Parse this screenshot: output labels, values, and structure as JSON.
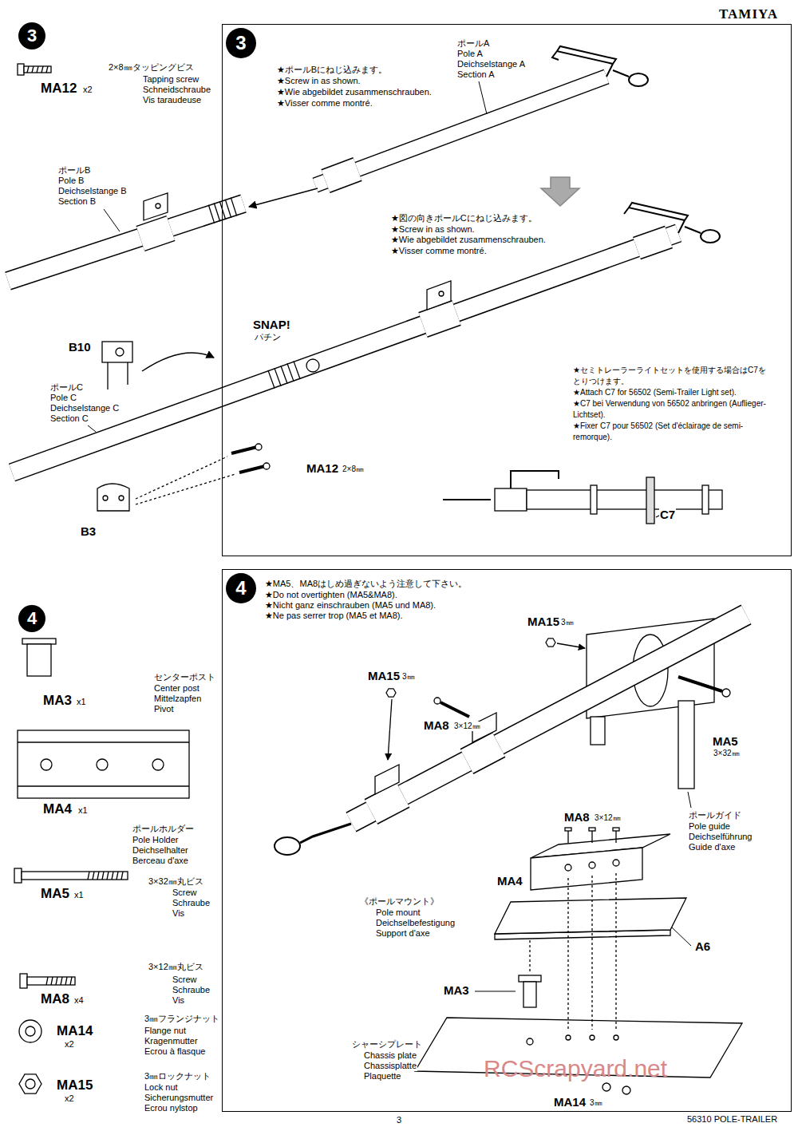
{
  "diagram": {
    "nodes": [
      {
        "text": [
          "3"
        ]
      },
      {
        "text": [
          "★ポールBにねじ込みます。",
          "★Screw in as shown.",
          "★Wie abgebildet zusammenschrauben.",
          "★Visser comme montré.",
          "★図の向きポールCにねじ込みます。",
          "★Screw in as shown.",
          "★Wie abgebildet zusammenschrauben.",
          "★Visser comme montré.",
          "★セミトレーラーライトセットを使用する場合はC7を",
          "とりつけます。",
          "★Attach C7 for 56502 (Semi-Trailer Light set).",
          "★C7 bei Verwendung von 56502 anbringen (Auflieger-",
          "Lichtset).",
          "★Fixer C7 pour 56502 (Set d'éclairage de semi-",
          "remorque)."
        ]
      },
      {
        "text": [
          "3"
        ],
        "in": 1
      },
      {
        "text": [
          "4"
        ]
      },
      {
        "text": [
          "★MA5、MA8はしめ過ぎないよう注意して下さい。",
          "★Do not overtighten (MA5&MA8).",
          "★Nicht ganz einschrauben (MA5 und MA8).",
          "★Ne pas serrer trop (MA5 et MA8)."
        ]
      },
      {
        "text": [
          "4"
        ],
        "in": 4
      }
    ],
    "labels": [
      "TAMIYA",
      "MA12",
      "x2",
      "2×8㎜タッピングビス",
      "Tapping screw",
      "Schneidschraube",
      "Vis taraudeuse",
      "ポールB",
      "Pole B",
      "Deichselstange B",
      "Section B",
      "B10",
      "SNAP!",
      "パチン",
      "ポールC",
      "Pole C",
      "Deichselstange C",
      "Section C",
      "MA12",
      "2×8㎜",
      "B3",
      "ポールA",
      "Pole A",
      "Deichselstange A",
      "Section A",
      "C7",
      "MA3",
      "x1",
      "センターポスト",
      "Center post",
      "Mittelzapfen",
      "Pivot",
      "MA4",
      "x1",
      "ポールホルダー",
      "Pole Holder",
      "Deichselhalter",
      "Berceau d'axe",
      "MA5",
      "x1",
      "3×32㎜丸ビス",
      "Screw",
      "Schraube",
      "Vis",
      "3×12㎜丸ビス",
      "Screw",
      "Schraube",
      "Vis",
      "MA8",
      "x4",
      "MA14",
      "x2",
      "3㎜フランジナット",
      "Flange nut",
      "Kragenmutter",
      "Ecrou à flasque",
      "MA15",
      "x2",
      "3㎜ロックナット",
      "Lock nut",
      "Sicherungsmutter",
      "Ecrou nylstop",
      "MA15",
      "3㎜",
      "MA15",
      "3㎜",
      "MA8",
      "3×12㎜",
      "MA5",
      "3×32㎜",
      "ポールガイド",
      "Pole guide",
      "Deichselführung",
      "Guide d'axe",
      "MA8",
      "3×12㎜",
      "MA4",
      "A6",
      "《ポールマウント》",
      "Pole mount",
      "Deichselbefestigung",
      "Support d'axe",
      "MA3",
      "シャーシプレート",
      "Chassis plate",
      "Chassisplatte",
      "Plaquette",
      "MA14",
      "3㎜",
      "RCScrapyard.net",
      "3",
      "56310 POLE-TRAILER"
    ]
  }
}
